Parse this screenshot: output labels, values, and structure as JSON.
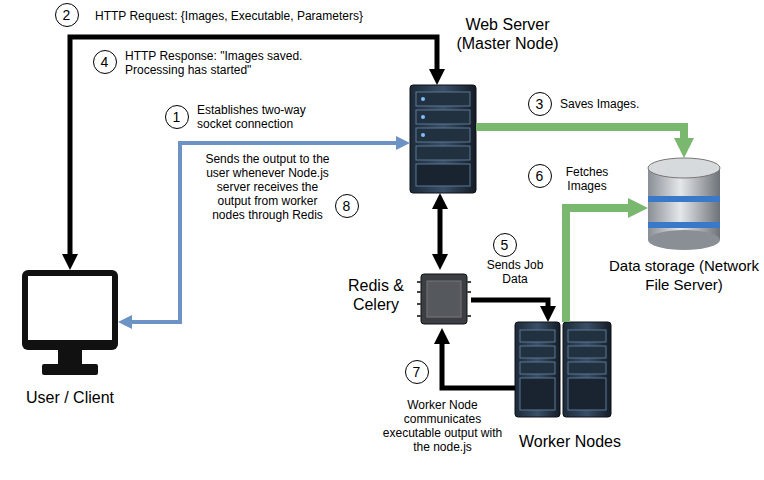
{
  "diagram": {
    "nodes": [
      {
        "text": [
          "Web Server (Master Node)"
        ]
      },
      {
        "text": [
          "User / Client"
        ]
      },
      {
        "text": [
          "Redis & Celery"
        ]
      },
      {
        "text": [
          "Data storage (Network File Server)"
        ]
      },
      {
        "text": [
          "Worker Nodes"
        ]
      }
    ],
    "edges": [
      {
        "from": 1,
        "to": 0,
        "arrow": "both"
      },
      {
        "from": 1,
        "to": 0,
        "arrow": "both"
      },
      {
        "from": 0,
        "to": 3,
        "arrow": "to"
      },
      {
        "from": 0,
        "to": 2,
        "arrow": "both"
      },
      {
        "from": 2,
        "to": 4,
        "arrow": "to"
      },
      {
        "from": 4,
        "to": 2,
        "arrow": "to"
      },
      {
        "from": 4,
        "to": 3,
        "arrow": "to"
      }
    ],
    "labels": [
      "2",
      "HTTP Request: {Images, Executable, Parameters}",
      "4",
      "HTTP Response: \"Images saved. Processing has started\"",
      "1",
      "Establishes two-way socket connection",
      "Sends the output to the user whenever Node.js server receives the output from worker nodes through Redis",
      "8",
      "3",
      "Saves Images.",
      "6",
      "Fetches Images",
      "5",
      "Sends Job Data",
      "7",
      "Worker Node communicates executable output with the node.js"
    ]
  }
}
